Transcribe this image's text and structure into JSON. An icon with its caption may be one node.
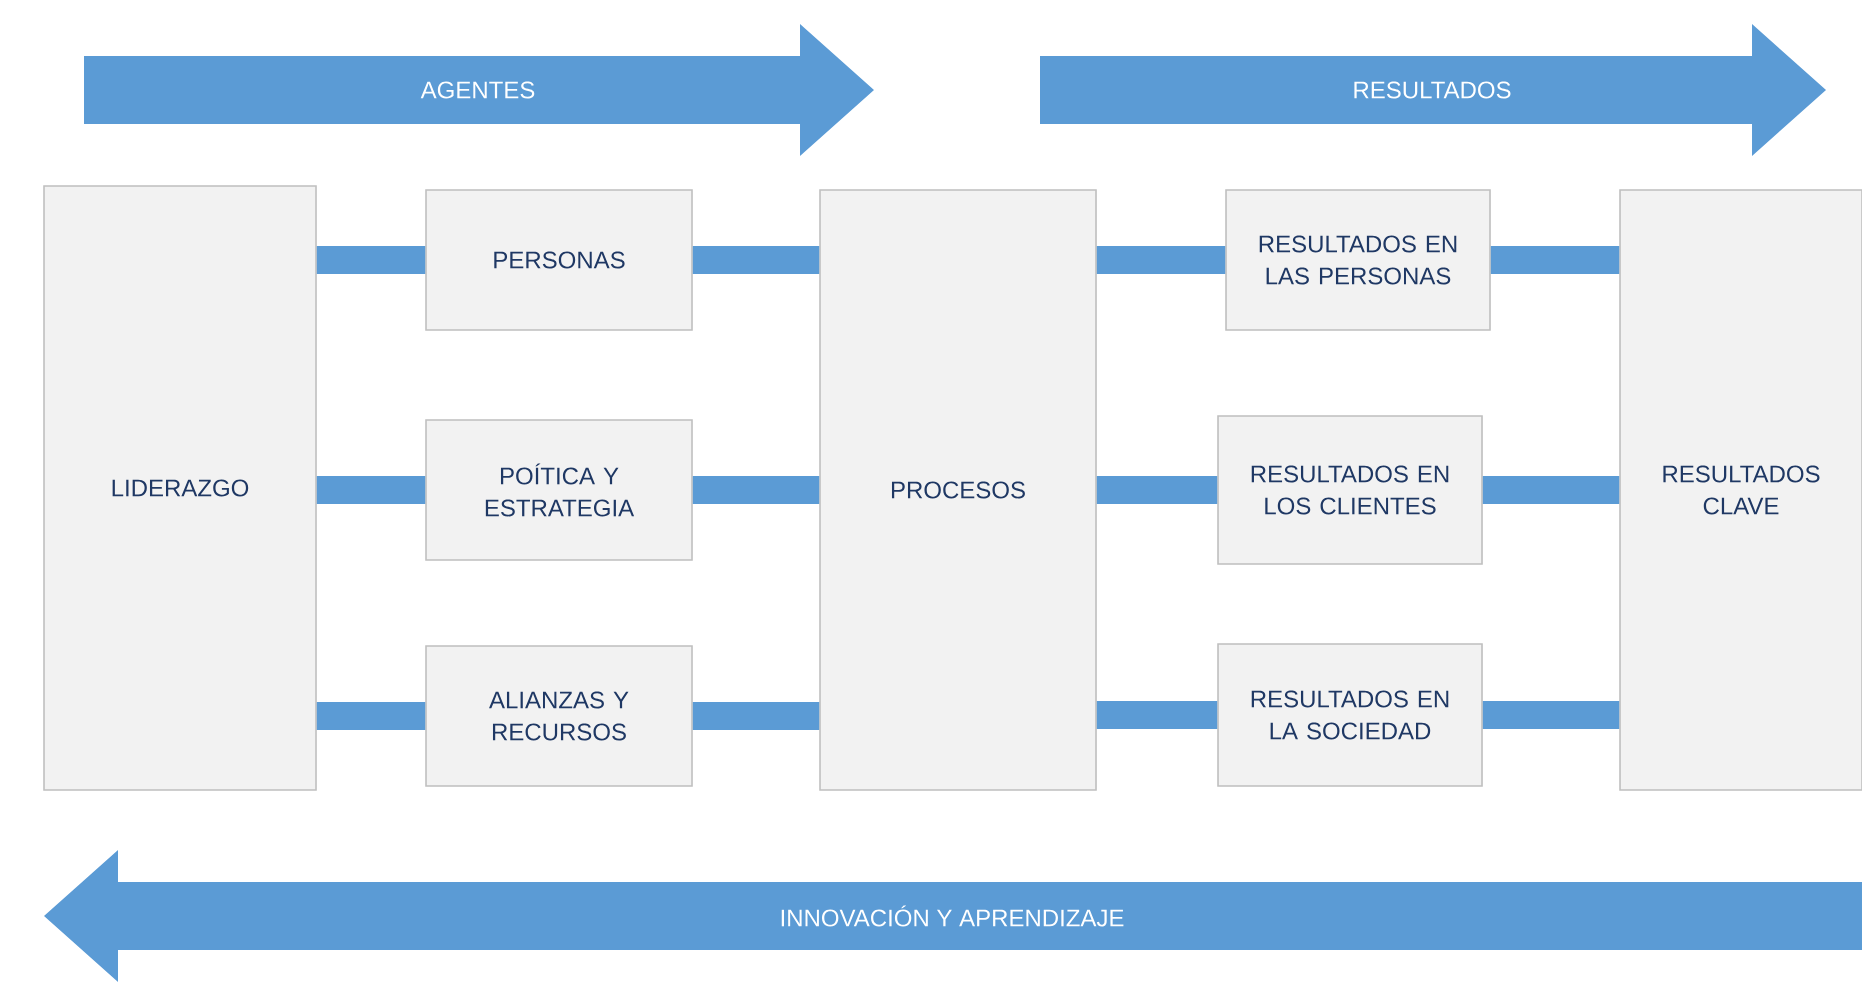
{
  "diagram": {
    "nodes": [
      {
        "text": [
          "LIDERAZGO"
        ]
      },
      {
        "text": [
          "PERSONAS"
        ]
      },
      {
        "text": [
          "POÍTICA Y ESTRATEGIA"
        ]
      },
      {
        "text": [
          "ALIANZAS Y RECURSOS"
        ]
      },
      {
        "text": [
          "PROCESOS"
        ]
      },
      {
        "text": [
          "RESULTADOS EN LAS PERSONAS"
        ]
      },
      {
        "text": [
          "RESULTADOS EN LOS CLIENTES"
        ]
      },
      {
        "text": [
          "RESULTADOS EN LA SOCIEDAD"
        ]
      },
      {
        "text": [
          "RESULTADOS CLAVE"
        ]
      }
    ],
    "edges": [
      {
        "from": 0,
        "to": 1,
        "arrow": "none"
      },
      {
        "from": 0,
        "to": 2,
        "arrow": "none"
      },
      {
        "from": 0,
        "to": 3,
        "arrow": "none"
      },
      {
        "from": 1,
        "to": 4,
        "arrow": "none"
      },
      {
        "from": 2,
        "to": 4,
        "arrow": "none"
      },
      {
        "from": 3,
        "to": 4,
        "arrow": "none"
      },
      {
        "from": 4,
        "to": 5,
        "arrow": "none"
      },
      {
        "from": 4,
        "to": 6,
        "arrow": "none"
      },
      {
        "from": 4,
        "to": 7,
        "arrow": "none"
      },
      {
        "from": 5,
        "to": 8,
        "arrow": "none"
      },
      {
        "from": 6,
        "to": 8,
        "arrow": "none"
      },
      {
        "from": 7,
        "to": 8,
        "arrow": "none"
      }
    ],
    "labels": [
      "AGENTES",
      "RESULTADOS",
      "INNOVACIÓN Y APRENDIZAJE"
    ]
  }
}
